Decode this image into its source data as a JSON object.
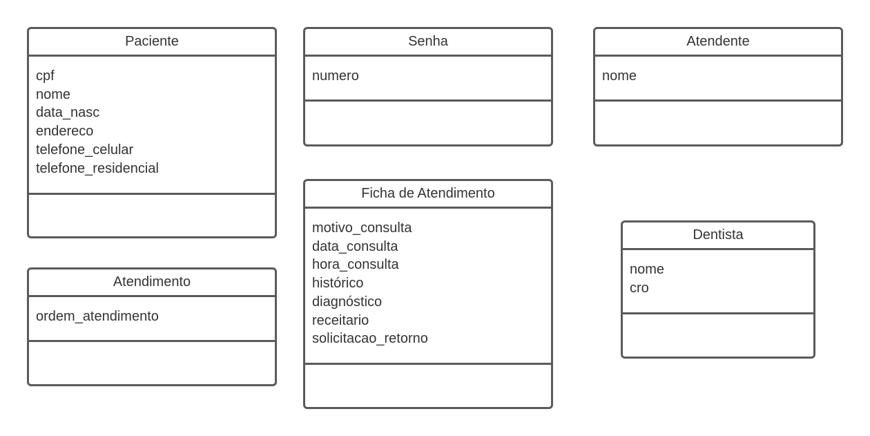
{
  "diagram": {
    "classes": {
      "paciente": {
        "name": "Paciente",
        "attributes": [
          "cpf",
          "nome",
          "data_nasc",
          "endereco",
          "telefone_celular",
          "telefone_residencial"
        ]
      },
      "senha": {
        "name": "Senha",
        "attributes": [
          "numero"
        ]
      },
      "atendente": {
        "name": "Atendente",
        "attributes": [
          "nome"
        ]
      },
      "atendimento": {
        "name": "Atendimento",
        "attributes": [
          "ordem_atendimento"
        ]
      },
      "ficha": {
        "name": "Ficha de Atendimento",
        "attributes": [
          "motivo_consulta",
          "data_consulta",
          "hora_consulta",
          "histórico",
          "diagnóstico",
          "receitario",
          "solicitacao_retorno"
        ]
      },
      "dentista": {
        "name": "Dentista",
        "attributes": [
          "nome",
          "cro"
        ]
      }
    }
  }
}
